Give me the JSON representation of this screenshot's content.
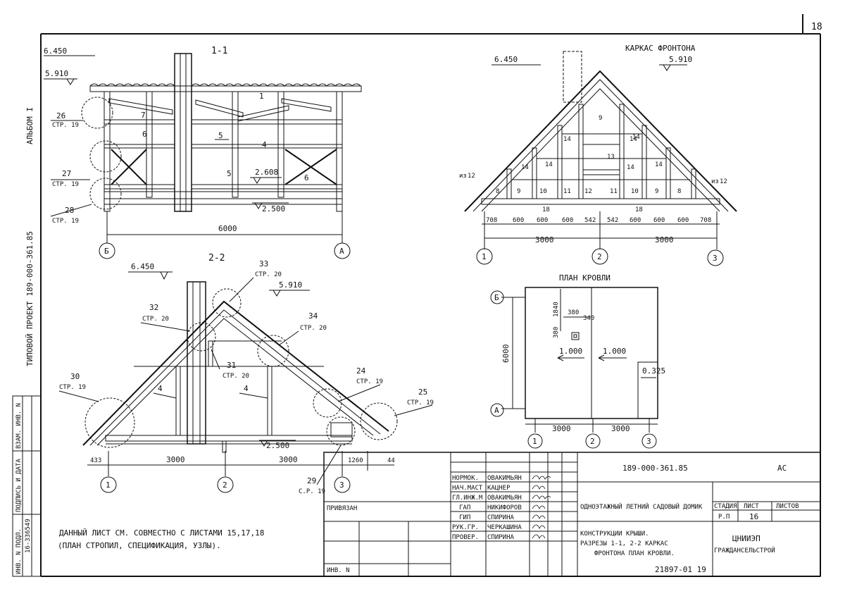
{
  "sheet": {
    "number": "18",
    "album": "АЛЬБОМ I",
    "project": "ТИПОВОЙ ПРОЕКТ  189-000-361.85",
    "note_line1": "ДАННЫЙ ЛИСТ СМ. СОВМЕСТНО С ЛИСТАМИ 15,17,18",
    "note_line2": "(ПЛАН СТРОПИЛ, СПЕЦИФИКАЦИЯ, УЗЛЫ).",
    "bottom_code": "21897-01  19"
  },
  "section_1_1": {
    "title": "1-1",
    "elev_top": "6.450",
    "elev_eave": "5.910",
    "elev_mid": "2.608",
    "elev_floor": "2.500",
    "span": "6000",
    "axis_left": "Б",
    "axis_right": "А",
    "parts": [
      "1",
      "7",
      "6",
      "5",
      "4",
      "5",
      "6"
    ],
    "callouts": [
      {
        "num": "26",
        "ref": "СТР. 19"
      },
      {
        "num": "27",
        "ref": "СТР. 19"
      },
      {
        "num": "28",
        "ref": "СТР. 19"
      }
    ]
  },
  "gable": {
    "title": "КАРКАС ФРОНТОНА",
    "elev_top": "6.450",
    "elev_ridge": "5.910",
    "dims": [
      "708",
      "600",
      "600",
      "600",
      "542",
      "542",
      "600",
      "600",
      "600",
      "708"
    ],
    "spans": [
      "3000",
      "3000"
    ],
    "axes": [
      "1",
      "2",
      "3"
    ],
    "parts": [
      "9",
      "14",
      "14",
      "14",
      "13",
      "14",
      "14",
      "14",
      "14",
      "8",
      "9",
      "10",
      "11",
      "12",
      "11",
      "10",
      "9",
      "8",
      "18",
      "18"
    ],
    "side_left": "12",
    "side_right": "12",
    "side_prefix": "из"
  },
  "section_2_2": {
    "title": "2-2",
    "elev_top": "6.450",
    "elev_ridge": "5.910",
    "elev_floor": "2.500",
    "spans": [
      "433",
      "3000",
      "3000",
      "1260",
      "44"
    ],
    "axes": [
      "1",
      "2",
      "3"
    ],
    "parts": [
      "4",
      "4"
    ],
    "callouts": [
      {
        "num": "33",
        "ref": "СТР. 20"
      },
      {
        "num": "32",
        "ref": "СТР. 20"
      },
      {
        "num": "34",
        "ref": "СТР. 20"
      },
      {
        "num": "31",
        "ref": "СТР. 20"
      },
      {
        "num": "30",
        "ref": "СТР. 19"
      },
      {
        "num": "24",
        "ref": "СТР. 19"
      },
      {
        "num": "25",
        "ref": "СТР. 19"
      },
      {
        "num": "29",
        "ref": "С.Р. 19"
      }
    ]
  },
  "roof_plan": {
    "title": "ПЛАН КРОВЛИ",
    "axis_left_top": "Б",
    "axis_left_bottom": "А",
    "height": "6000",
    "dim_1840": "1840",
    "dim_380": "380",
    "dim_380b": "380",
    "dim_340": "340",
    "slope_left": "1.000",
    "slope_right": "1.000",
    "slope_porch": "0.325",
    "spans": [
      "3000",
      "3000"
    ],
    "axes": [
      "1",
      "2",
      "3"
    ]
  },
  "title_block": {
    "code": "189-000-361.85",
    "mark": "АС",
    "bound": "ПРИВЯЗАН",
    "inv": "ИНВ. N",
    "roles": [
      {
        "role": "НОРМОК.",
        "name": "ОВАКИМЬЯН"
      },
      {
        "role": "НАЧ.МАСТ",
        "name": "КАЦНЕР"
      },
      {
        "role": "ГЛ.ИНЖ.М",
        "name": "ОВАКИМЬЯН"
      },
      {
        "role": "ГАП",
        "name": "НИКИФОРОВ"
      },
      {
        "role": "ГИП",
        "name": "СПИРИНА"
      },
      {
        "role": "РУК.ГР.",
        "name": "ЧЕРКАШИНА"
      },
      {
        "role": "ПРОВЕР.",
        "name": "СПИРИНА"
      }
    ],
    "object": "ОДНОЭТАЖНЫЙ ЛЕТНИЙ САДОВЫЙ ДОМИК",
    "stage_h": "СТАДИЯ",
    "sheet_h": "ЛИСТ",
    "sheets_h": "ЛИСТОВ",
    "stage": "Р.П",
    "sheet": "16",
    "content_line1": "КОНСТРУКЦИИ КРЫШИ.",
    "content_line2": "РАЗРЕЗЫ 1-1, 2-2 КАРКАС",
    "content_line3": "ФРОНТОНА ПЛАН КРОВЛИ.",
    "org_line1": "ЦНИИЭП",
    "org_line2": "ГРАЖДАНСЕЛЬСТРОЙ"
  },
  "side_stamp": {
    "inv_orig": "ИНВ. N ПОДЛ.",
    "sign_date": "ПОДПИСЬ И ДАТА",
    "replace_inv": "ВЗАМ. ИНВ. N",
    "inv_value": "16-336549"
  }
}
